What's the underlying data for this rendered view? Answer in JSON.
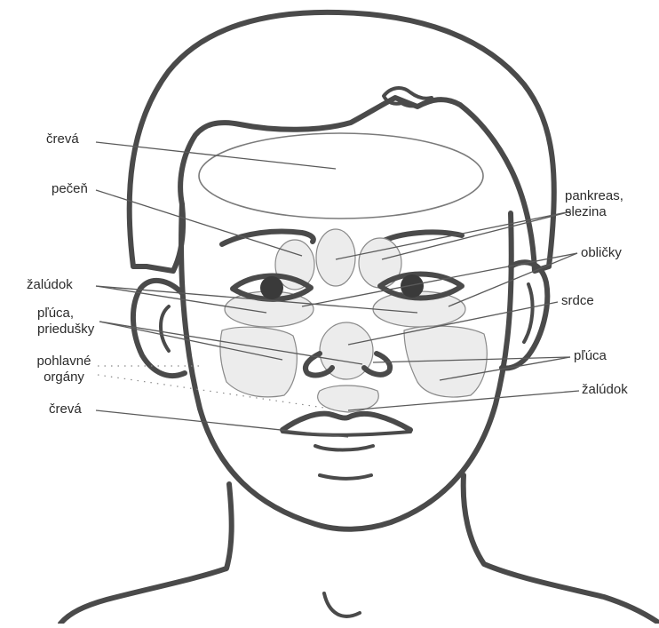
{
  "labels": {
    "left": {
      "colon_top": "črevá",
      "liver": "pečeň",
      "stomach": "žalúdok",
      "lungs_bronchi": "pľúca,\npriedušky",
      "sex_organs": "pohlavné\norgány",
      "colon_bottom": "črevá"
    },
    "right": {
      "pancreas_spleen": "pankreas,\nslezina",
      "kidneys": "obličky",
      "heart": "srdce",
      "lungs": "pľúca",
      "stomach": "žalúdok"
    }
  },
  "colors": {
    "stroke": "#4a4a4a",
    "zone_fill": "#ececec",
    "leader": "#5a5a5a",
    "text": "#2b2b2b"
  }
}
